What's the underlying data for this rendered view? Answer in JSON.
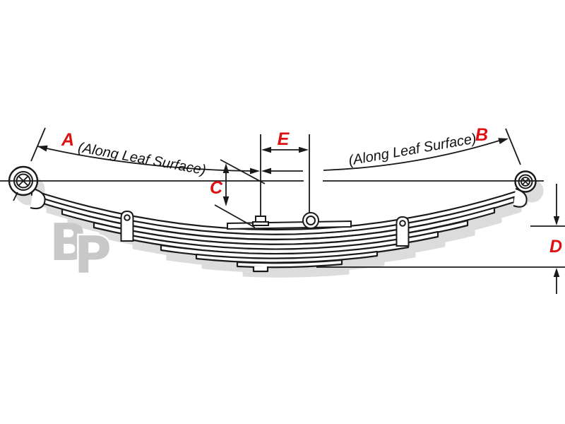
{
  "diagram": {
    "kind": "leaf-spring-dimension-diagram",
    "labels": {
      "a": "A",
      "b": "B",
      "c": "C",
      "d": "D",
      "e": "E"
    },
    "notes": {
      "left": "(Along Leaf Surface)",
      "right": "(Along Leaf Surface)"
    },
    "watermark": {
      "b": "B",
      "p": "P"
    },
    "colors": {
      "label_red": "#dd1111",
      "line_black": "#1a1a1a",
      "shadow_gray": "#dcdcdc",
      "watermark_gray": "#c8c8c8",
      "background": "#ffffff"
    }
  }
}
